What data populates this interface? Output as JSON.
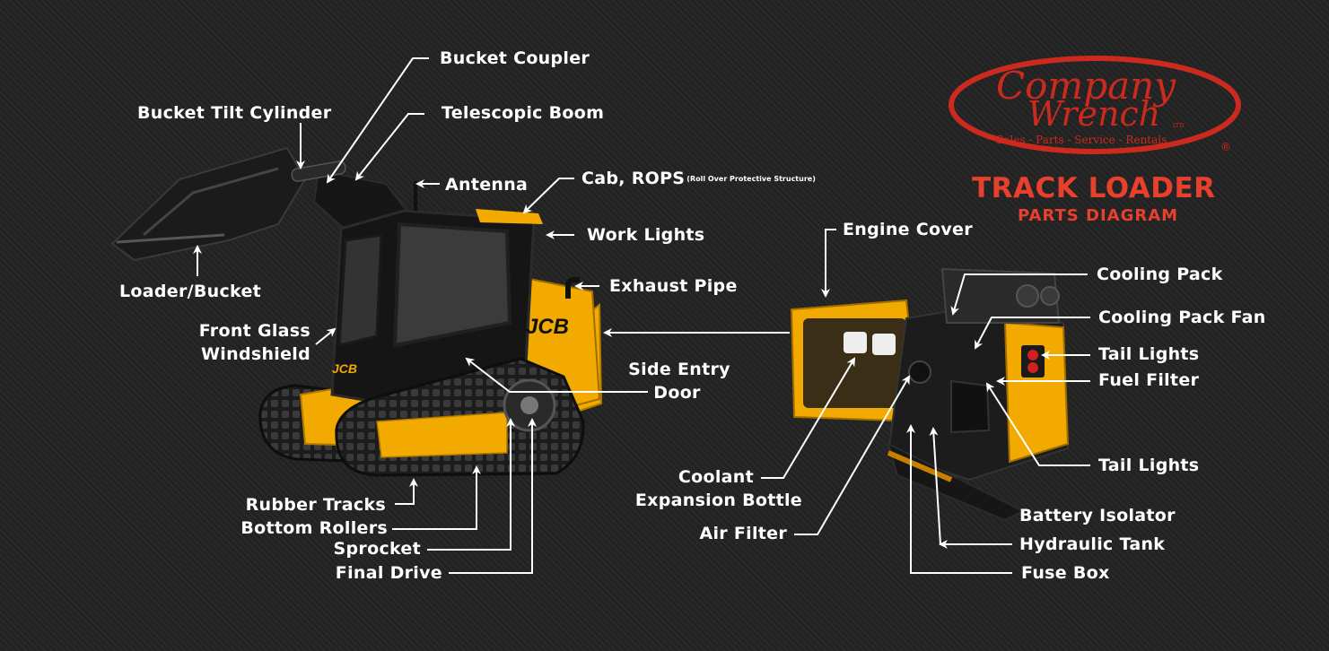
{
  "brand": {
    "logo_line1": "Company",
    "logo_line2": "Wrench",
    "logo_ltd": "LTD",
    "logo_tagline": "Sales - Parts - Service - Rentals",
    "logo_reg": "®",
    "title": "TRACK LOADER",
    "subtitle": "PARTS DIAGRAM"
  },
  "labels": {
    "bucket_coupler": "Bucket Coupler",
    "bucket_tilt_cylinder": "Bucket Tilt Cylinder",
    "telescopic_boom": "Telescopic Boom",
    "antenna": "Antenna",
    "cab_rops": "Cab, ROPS",
    "cab_rops_note": "(Roll Over Protective Structure)",
    "work_lights": "Work Lights",
    "loader_bucket": "Loader/Bucket",
    "exhaust_pipe": "Exhaust Pipe",
    "front_glass": "Front Glass",
    "windshield": "Windshield",
    "side_entry": "Side Entry",
    "door": "Door",
    "rubber_tracks": "Rubber Tracks",
    "bottom_rollers": "Bottom Rollers",
    "sprocket": "Sprocket",
    "final_drive": "Final Drive",
    "engine_cover": "Engine Cover",
    "cooling_pack": "Cooling Pack",
    "cooling_pack_fan": "Cooling Pack Fan",
    "tail_lights_upper": "Tail Lights",
    "fuel_filter": "Fuel Filter",
    "tail_lights_lower": "Tail Lights",
    "coolant": "Coolant",
    "expansion_bottle": "Expansion Bottle",
    "air_filter": "Air Filter",
    "battery_isolator": "Battery Isolator",
    "hydraulic_tank": "Hydraulic Tank",
    "fuse_box": "Fuse Box"
  },
  "decals": {
    "jcb": "JCB",
    "jcb_small": "JCB"
  },
  "colors": {
    "background": "#222222",
    "machine_yellow": "#f2a900",
    "machine_black": "#1a1a1a",
    "brand_red": "#cc2a1e",
    "label_white": "#ffffff"
  }
}
